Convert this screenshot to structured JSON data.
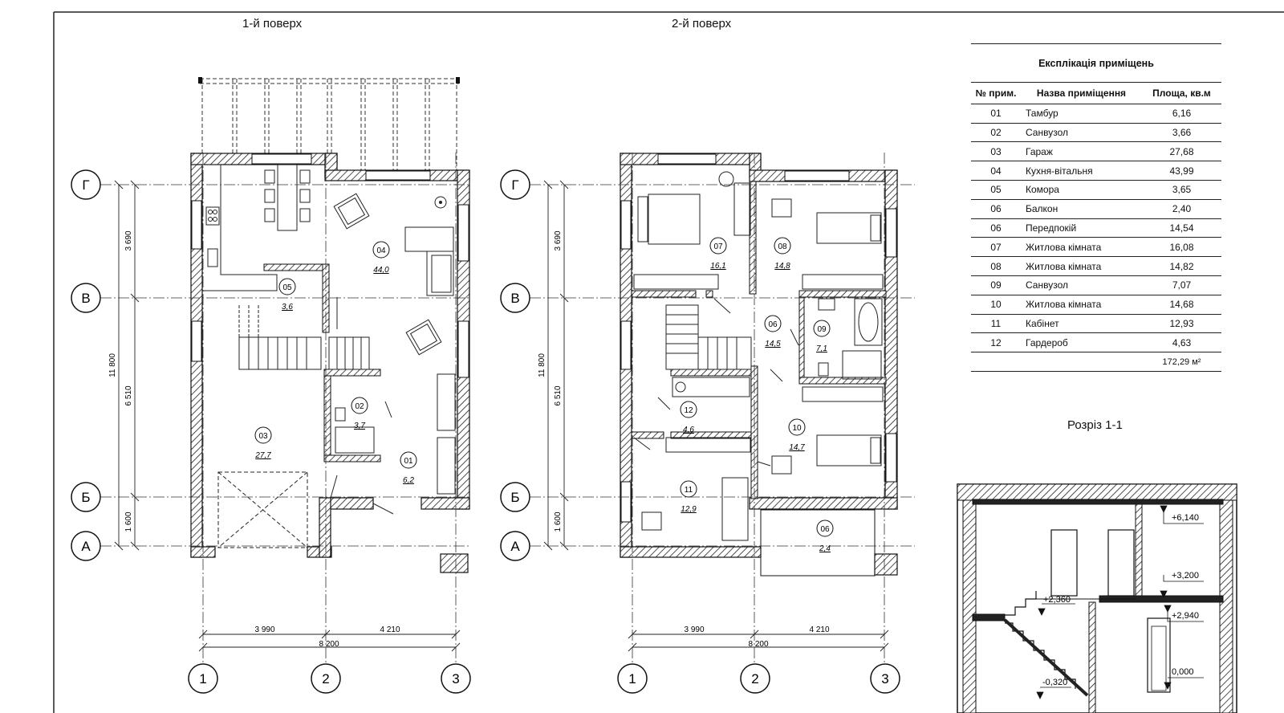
{
  "floor1": {
    "title": "1-й поверх",
    "axes_rows": [
      "Г",
      "В",
      "Б",
      "А"
    ],
    "axes_cols": [
      "1",
      "2",
      "3"
    ],
    "dims_vertical": [
      "3 690",
      "11 800",
      "6 510",
      "1 600"
    ],
    "dims_horizontal": [
      "3 990",
      "4 210",
      "8 200"
    ],
    "rooms": [
      {
        "num": "04",
        "area": "44,0"
      },
      {
        "num": "05",
        "area": "3,6"
      },
      {
        "num": "02",
        "area": "3,7"
      },
      {
        "num": "03",
        "area": "27,7"
      },
      {
        "num": "01",
        "area": "6,2"
      }
    ]
  },
  "floor2": {
    "title": "2-й поверх",
    "axes_rows": [
      "Г",
      "В",
      "Б",
      "А"
    ],
    "axes_cols": [
      "1",
      "2",
      "3"
    ],
    "dims_vertical": [
      "3 690",
      "11 800",
      "6 510",
      "1 600"
    ],
    "dims_horizontal": [
      "3 990",
      "4 210",
      "8 200"
    ],
    "rooms": [
      {
        "num": "07",
        "area": "16,1"
      },
      {
        "num": "08",
        "area": "14,8"
      },
      {
        "num": "06",
        "area": "14,5"
      },
      {
        "num": "09",
        "area": "7,1"
      },
      {
        "num": "12",
        "area": "4,6"
      },
      {
        "num": "10",
        "area": "14,7"
      },
      {
        "num": "11",
        "area": "12,9"
      },
      {
        "num": "06",
        "area": "2,4"
      }
    ]
  },
  "explication": {
    "title": "Експлікація приміщень",
    "headers": [
      "№ прим.",
      "Назва приміщення",
      "Площа, кв.м"
    ],
    "rows": [
      {
        "num": "01",
        "name": "Тамбур",
        "area": "6,16"
      },
      {
        "num": "02",
        "name": "Санвузол",
        "area": "3,66"
      },
      {
        "num": "03",
        "name": "Гараж",
        "area": "27,68"
      },
      {
        "num": "04",
        "name": "Кухня-вітальня",
        "area": "43,99"
      },
      {
        "num": "05",
        "name": "Комора",
        "area": "3,65"
      },
      {
        "num": "06",
        "name": "Балкон",
        "area": "2,40"
      },
      {
        "num": "06",
        "name": "Передпокій",
        "area": "14,54"
      },
      {
        "num": "07",
        "name": "Житлова кімната",
        "area": "16,08"
      },
      {
        "num": "08",
        "name": "Житлова кімната",
        "area": "14,82"
      },
      {
        "num": "09",
        "name": "Санвузол",
        "area": "7,07"
      },
      {
        "num": "10",
        "name": "Житлова кімната",
        "area": "14,68"
      },
      {
        "num": "11",
        "name": "Кабінет",
        "area": "12,93"
      },
      {
        "num": "12",
        "name": "Гардероб",
        "area": "4,63"
      }
    ],
    "total": "172,29 м²"
  },
  "section": {
    "title": "Розріз 1-1",
    "levels": [
      "+6,140",
      "+3,200",
      "+2,360",
      "+2,940",
      "0,000",
      "-0,320"
    ]
  }
}
